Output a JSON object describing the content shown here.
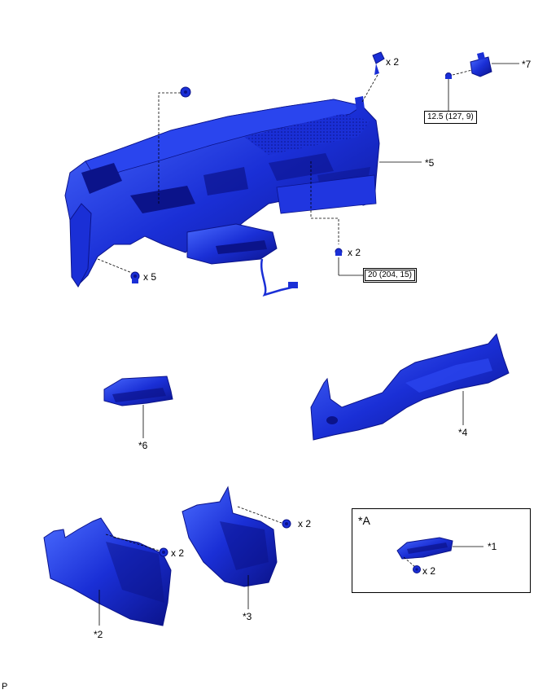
{
  "colors": {
    "part_fill": "#1a2fd6",
    "part_dark": "#0b138a",
    "part_light": "#4a6bff",
    "line": "#000000"
  },
  "labels": {
    "p1": "*1",
    "p2": "*2",
    "p3": "*3",
    "p4": "*4",
    "p5": "*5",
    "p6": "*6",
    "p7": "*7",
    "inset_a": "*A",
    "qty_clip_top": "x 2",
    "qty_bolt_center": "x 2",
    "qty_bolt_left": "x 5",
    "qty_bolt_p3": "x 2",
    "qty_bolt_p2": "x 2",
    "qty_nut_p1": "x 2"
  },
  "torques": {
    "t1": "12.5 (127, 9)",
    "t2": "20 (204, 15)"
  },
  "footer": "P"
}
